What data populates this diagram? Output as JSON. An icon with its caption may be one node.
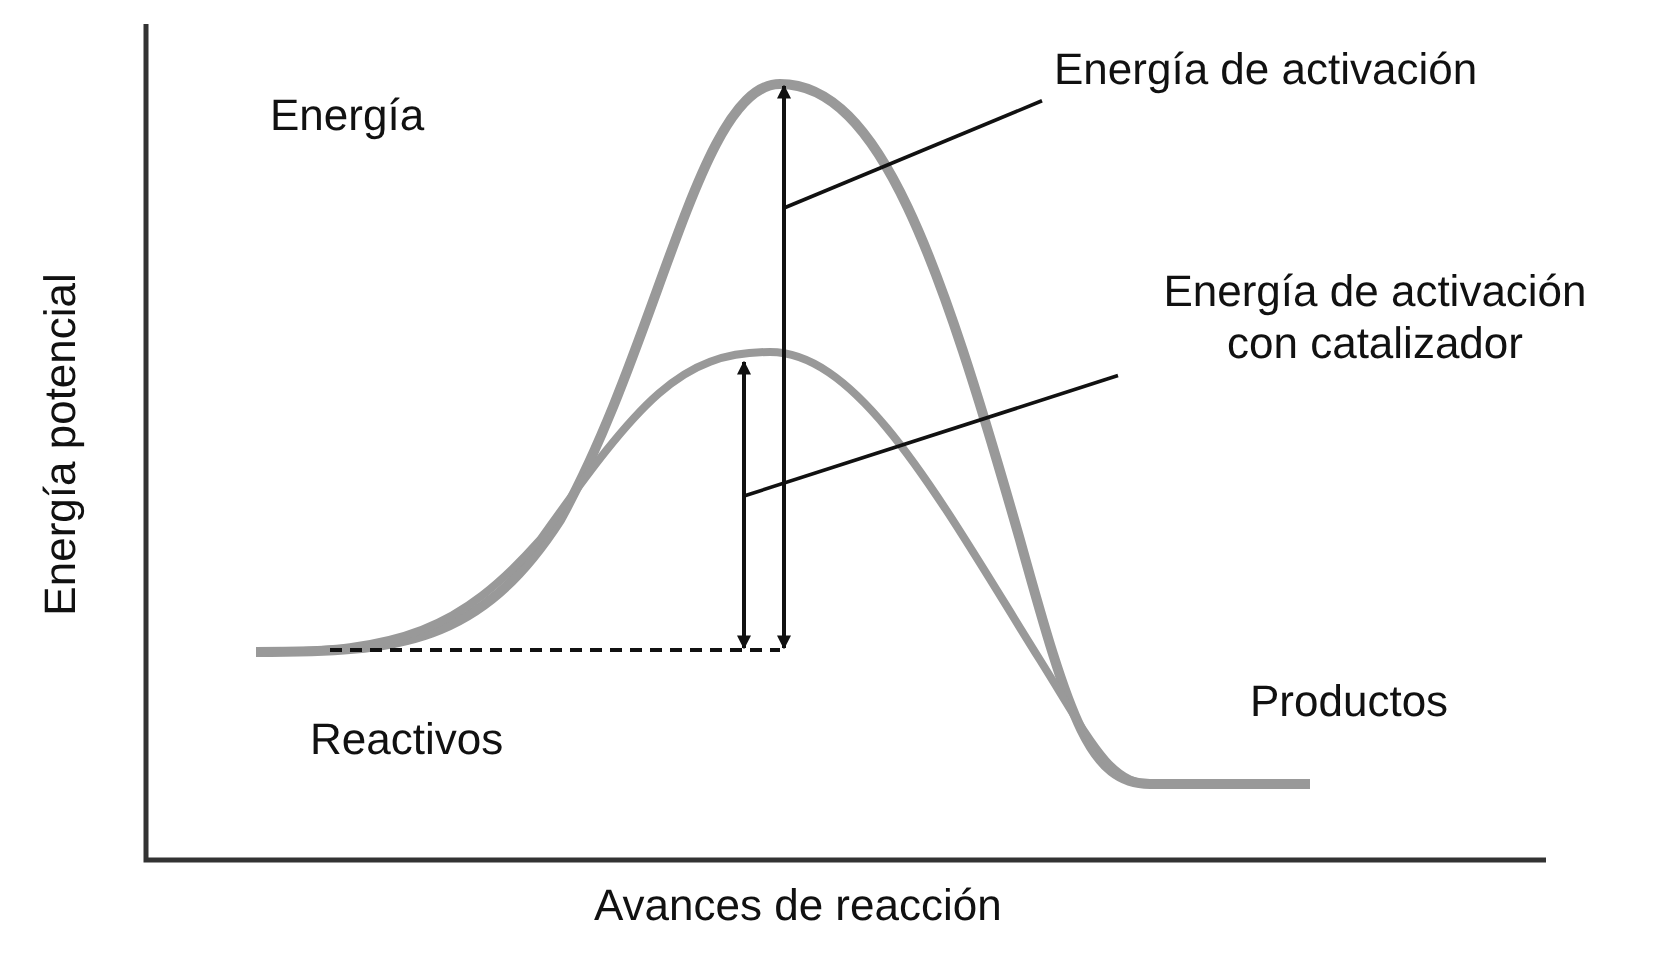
{
  "diagram": {
    "nodes": [
      {
        "text": [
          "Energía de activación"
        ]
      },
      {
        "text": [],
        "shape": "arrow"
      },
      {
        "text": [
          "Energía de activación con catalizador"
        ]
      },
      {
        "text": [],
        "shape": "arrow"
      }
    ],
    "edges": [
      {
        "from": 0,
        "to": 3,
        "arrow": "none"
      },
      {
        "from": 2,
        "to": 1,
        "arrow": "none"
      }
    ],
    "labels": [
      "Energía",
      "Reactivos",
      "Productos",
      "Energía potencial",
      "Avances de reacción"
    ]
  }
}
